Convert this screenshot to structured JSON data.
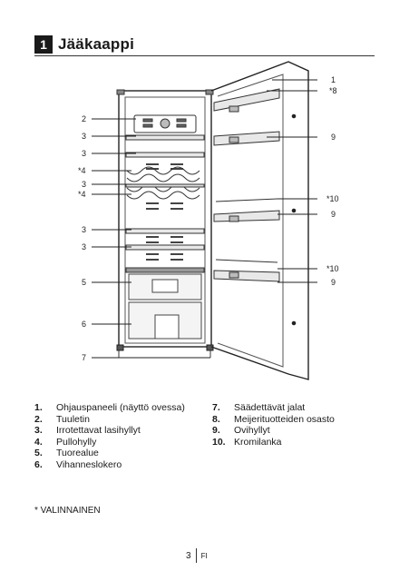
{
  "section": {
    "number": "1",
    "title": "Jääkaappi"
  },
  "callouts": {
    "left": [
      "2",
      "3",
      "3",
      "*4",
      "3",
      "*4",
      "3",
      "3",
      "5",
      "6",
      "7"
    ],
    "right": [
      "1",
      "*8",
      "9",
      "*10",
      "9",
      "*10",
      "9"
    ]
  },
  "legend_left": [
    {
      "num": "1.",
      "text": "Ohjauspaneeli (näyttö ovessa)"
    },
    {
      "num": "2.",
      "text": "Tuuletin"
    },
    {
      "num": "3.",
      "text": "Irrotettavat lasihyllyt"
    },
    {
      "num": "4.",
      "text": "Pullohylly"
    },
    {
      "num": "5.",
      "text": "Tuorealue"
    },
    {
      "num": "6.",
      "text": "Vihanneslokero"
    }
  ],
  "legend_right": [
    {
      "num": "7.",
      "text": "Säädettävät jalat"
    },
    {
      "num": "8.",
      "text": "Meijerituotteiden osasto"
    },
    {
      "num": "9.",
      "text": "Ovihyllyt"
    },
    {
      "num": "10.",
      "text": "Kromilanka"
    }
  ],
  "footnote": "* VALINNAINEN",
  "footer": {
    "page": "3",
    "lang": "FI"
  }
}
